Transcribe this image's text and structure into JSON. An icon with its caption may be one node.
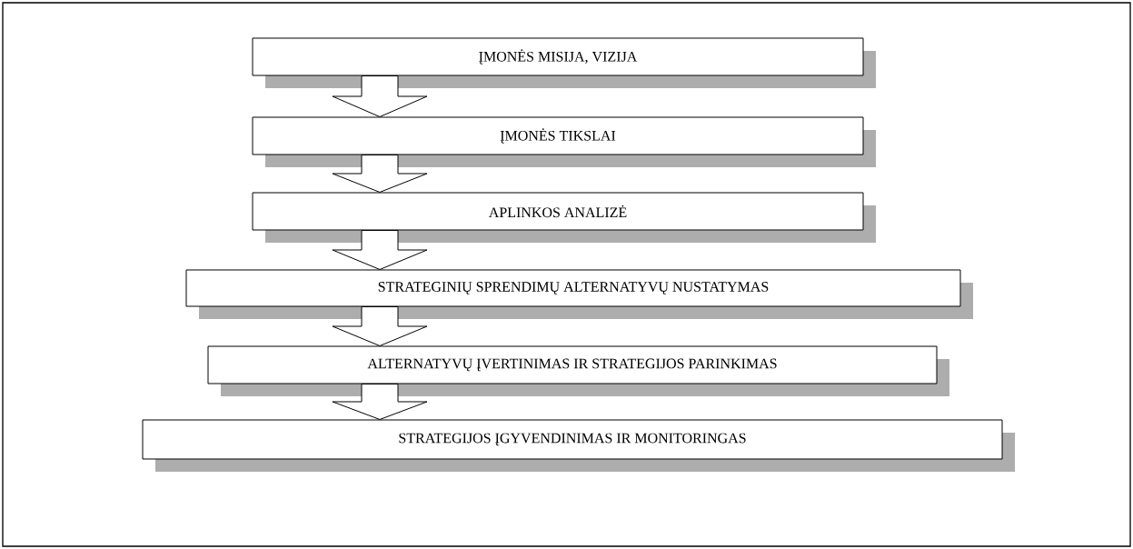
{
  "diagram": {
    "nodes": [
      {
        "text": [
          "ĮMONĖS MISIJA, VIZIJA"
        ]
      },
      {
        "text": [
          "ĮMONĖS TIKSLAI"
        ]
      },
      {
        "text": [
          "APLINKOS ANALIZĖ"
        ]
      },
      {
        "text": [
          "STRATEGINIŲ SPRENDIMŲ ALTERNATYVŲ NUSTATYMAS"
        ]
      },
      {
        "text": [
          "ALTERNATYVŲ ĮVERTINIMAS IR STRATEGIJOS PARINKIMAS"
        ]
      },
      {
        "text": [
          "STRATEGIJOS ĮGYVENDINIMAS IR MONITORINGAS"
        ]
      }
    ],
    "edges": [
      {
        "from": 0,
        "to": 1,
        "arrow": "to"
      },
      {
        "from": 1,
        "to": 2,
        "arrow": "to"
      },
      {
        "from": 2,
        "to": 3,
        "arrow": "to"
      },
      {
        "from": 3,
        "to": 4,
        "arrow": "to"
      },
      {
        "from": 4,
        "to": 5,
        "arrow": "to"
      }
    ]
  }
}
